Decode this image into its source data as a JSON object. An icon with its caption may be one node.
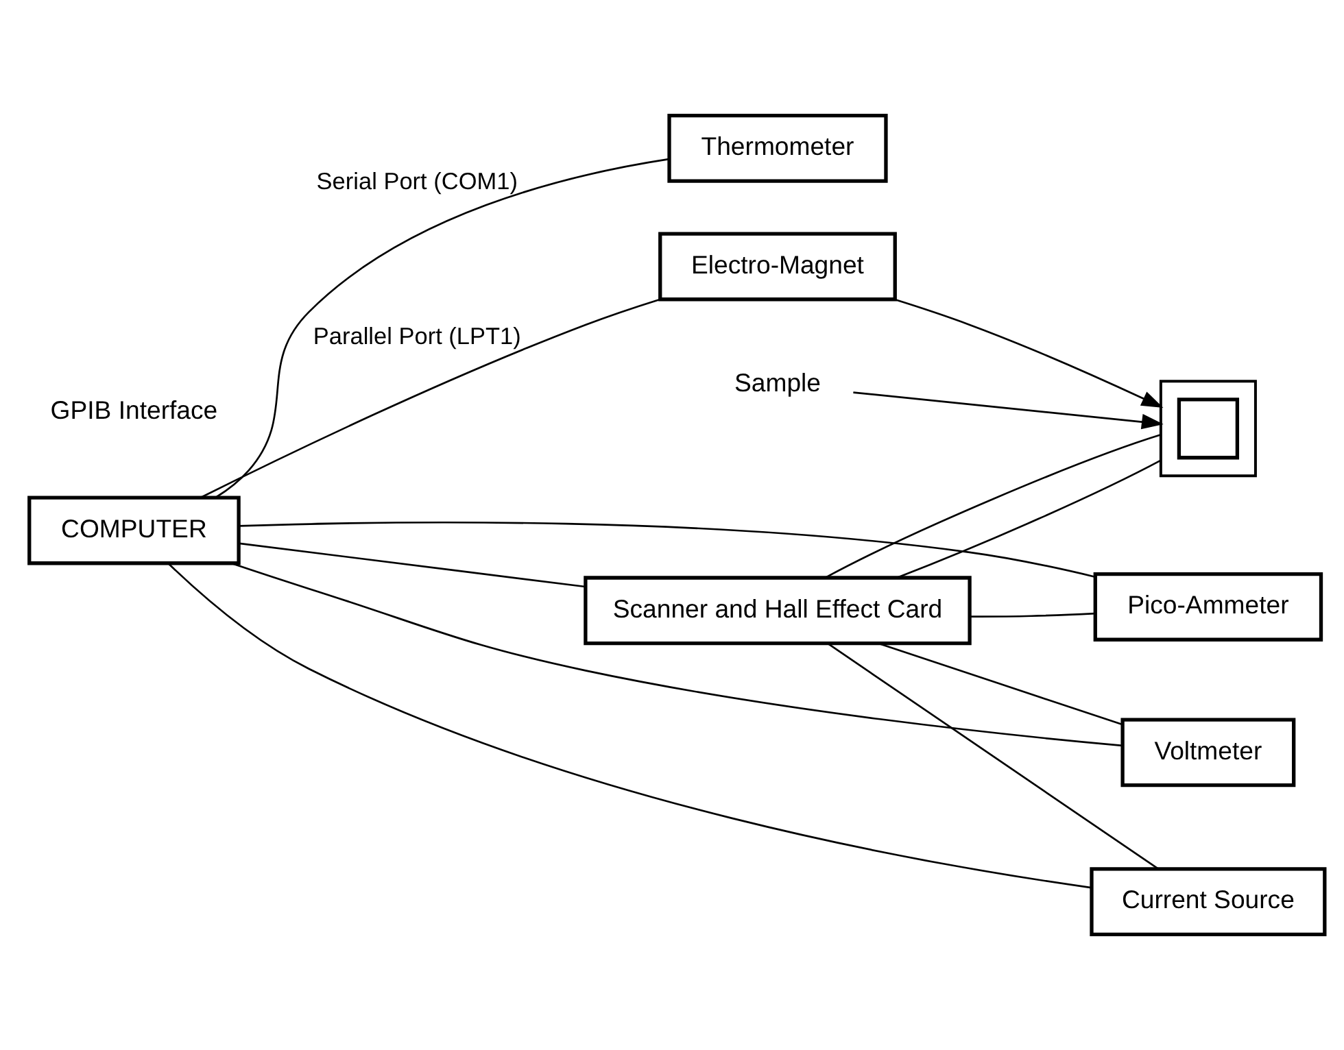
{
  "diagram": {
    "nodes": [
      {
        "text": [
          "COMPUTER"
        ]
      },
      {
        "text": [
          "Thermometer"
        ]
      },
      {
        "text": [
          "Electro-Magnet"
        ]
      },
      {
        "text": [
          "Scanner and Hall Effect Card"
        ]
      },
      {
        "text": [],
        "shape": "box"
      },
      {
        "text": [],
        "shape": "box",
        "in": 4
      },
      {
        "text": [
          "Sample"
        ]
      },
      {
        "text": [
          "Pico-Ammeter"
        ]
      },
      {
        "text": [
          "Current Source"
        ]
      },
      {
        "text": [
          "Voltmeter"
        ]
      }
    ],
    "edges": [
      {
        "from": 0,
        "to": 1,
        "arrow": "none",
        "label": "Serial Port (COM1)"
      },
      {
        "from": 0,
        "to": 2,
        "arrow": "none",
        "label": "Parallel Port (LPT1)"
      },
      {
        "from": 2,
        "to": 4,
        "arrow": "to"
      },
      {
        "from": 0,
        "to": 3,
        "arrow": "none"
      },
      {
        "from": 0,
        "to": 7,
        "arrow": "none"
      },
      {
        "from": 0,
        "to": 8,
        "arrow": "none"
      },
      {
        "from": 0,
        "to": 9,
        "arrow": "none"
      },
      {
        "from": 3,
        "to": 4,
        "arrow": "none"
      },
      {
        "from": 3,
        "to": 4,
        "arrow": "none"
      },
      {
        "from": 3,
        "to": 7,
        "arrow": "none"
      },
      {
        "from": 3,
        "to": 8,
        "arrow": "none"
      },
      {
        "from": 3,
        "to": 9,
        "arrow": "none"
      },
      {
        "from": 6,
        "to": 4,
        "arrow": "to"
      }
    ],
    "labels": [
      "GPIB Interface"
    ]
  }
}
